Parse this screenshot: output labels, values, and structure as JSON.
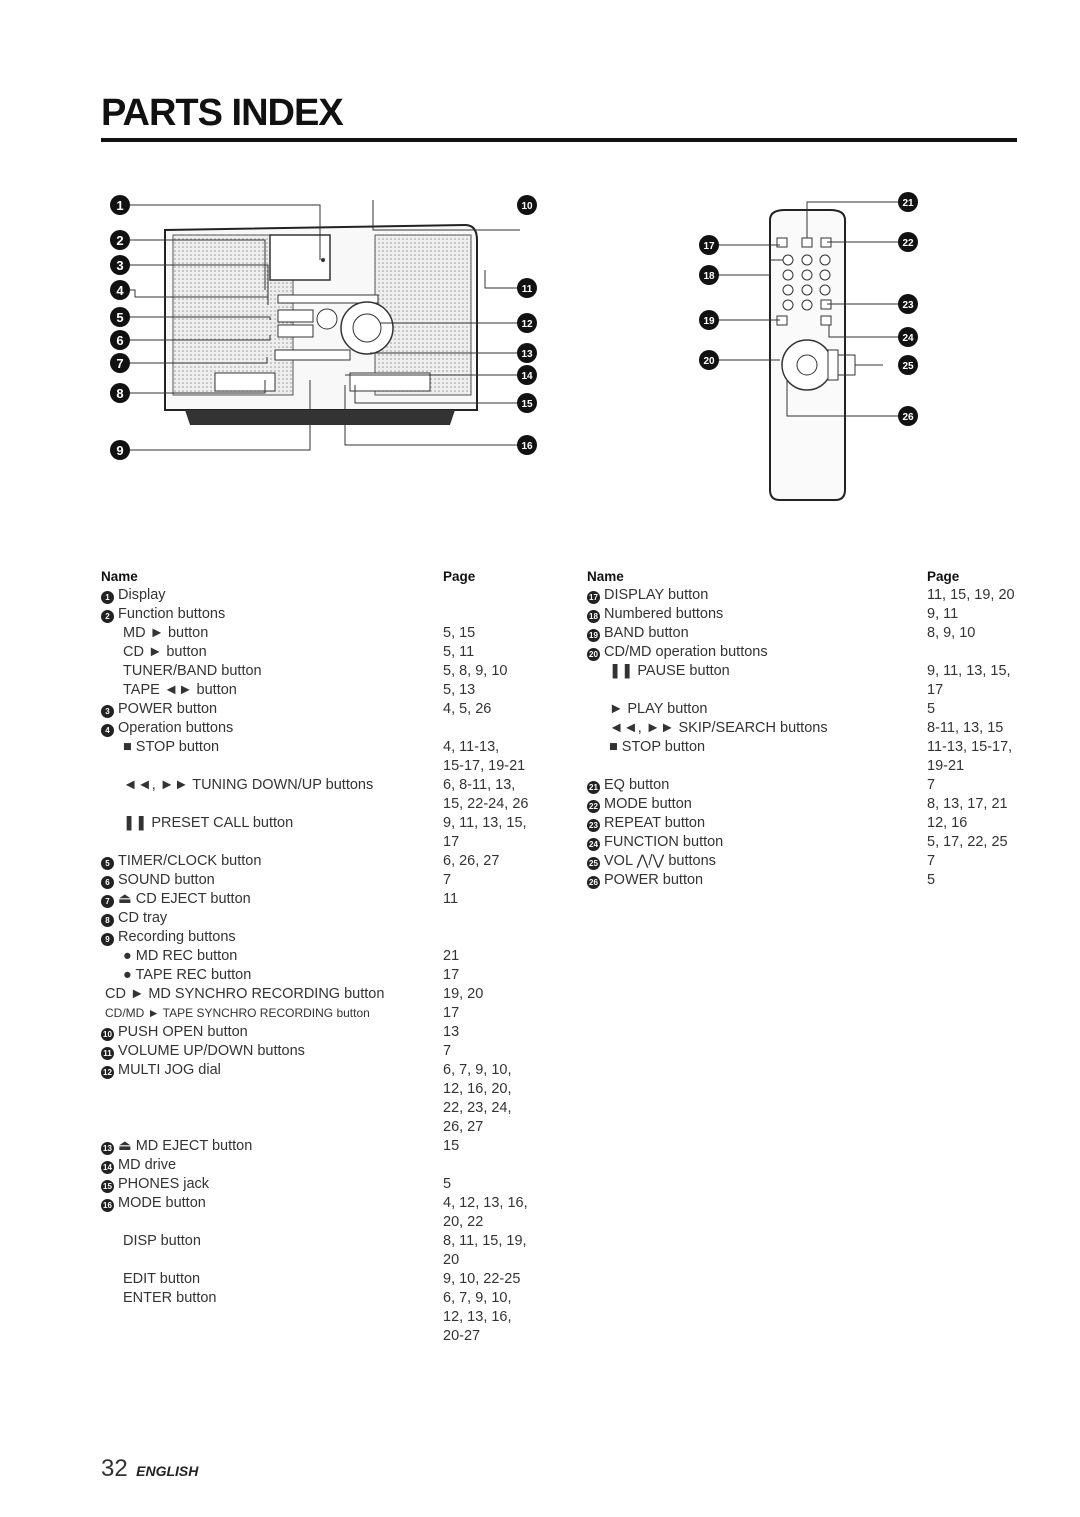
{
  "header": {
    "title": "PARTS INDEX"
  },
  "footer": {
    "page_number": "32",
    "language": "ENGLISH"
  },
  "left_table": {
    "name_header": "Name",
    "page_header": "Page",
    "rows": [
      {
        "badge": "1",
        "name": "Display",
        "page": ""
      },
      {
        "badge": "2",
        "name": "Function buttons",
        "page": ""
      },
      {
        "badge": "",
        "name": "MD ► button",
        "page": "5, 15"
      },
      {
        "badge": "",
        "name": "CD ► button",
        "page": "5, 11"
      },
      {
        "badge": "",
        "name": "TUNER/BAND button",
        "page": "5, 8, 9, 10"
      },
      {
        "badge": "",
        "name": "TAPE ◄► button",
        "page": "5, 13"
      },
      {
        "badge": "3",
        "name": "POWER button",
        "page": "4, 5, 26"
      },
      {
        "badge": "4",
        "name": "Operation buttons",
        "page": ""
      },
      {
        "badge": "",
        "name": "■ STOP button",
        "page": "4, 11-13,\n15-17, 19-21"
      },
      {
        "badge": "",
        "name": "◄◄, ►► TUNING DOWN/UP buttons",
        "page": "6, 8-11, 13,\n15, 22-24, 26"
      },
      {
        "badge": "",
        "name": "❚❚ PRESET CALL button",
        "page": "9, 11, 13, 15,\n17"
      },
      {
        "badge": "5",
        "name": "TIMER/CLOCK button",
        "page": "6, 26, 27"
      },
      {
        "badge": "6",
        "name": "SOUND button",
        "page": "7"
      },
      {
        "badge": "7",
        "name": "⏏ CD EJECT button",
        "page": "11"
      },
      {
        "badge": "8",
        "name": "CD tray",
        "page": ""
      },
      {
        "badge": "9",
        "name": "Recording buttons",
        "page": ""
      },
      {
        "badge": "",
        "name": "● MD REC button",
        "page": "21"
      },
      {
        "badge": "",
        "name": "● TAPE REC button",
        "page": "17"
      },
      {
        "badge": "",
        "name": "CD ► MD SYNCHRO RECORDING button",
        "page": "19, 20"
      },
      {
        "badge": "",
        "name": "CD/MD ► TAPE SYNCHRO RECORDING button",
        "page": "17"
      },
      {
        "badge": "10",
        "name": "PUSH OPEN button",
        "page": "13"
      },
      {
        "badge": "11",
        "name": "VOLUME UP/DOWN buttons",
        "page": "7"
      },
      {
        "badge": "12",
        "name": "MULTI JOG dial",
        "page": "6, 7, 9, 10,\n12, 16, 20,\n22, 23, 24,\n26, 27"
      },
      {
        "badge": "13",
        "name": "⏏ MD EJECT button",
        "page": "15"
      },
      {
        "badge": "14",
        "name": "MD drive",
        "page": ""
      },
      {
        "badge": "15",
        "name": "PHONES jack",
        "page": "5"
      },
      {
        "badge": "16",
        "name": "MODE button",
        "page": "4, 12, 13, 16,\n20, 22"
      },
      {
        "badge": "",
        "name": "DISP button",
        "page": "8, 11, 15, 19,\n20"
      },
      {
        "badge": "",
        "name": "EDIT button",
        "page": "9, 10, 22-25"
      },
      {
        "badge": "",
        "name": "ENTER button",
        "page": "6, 7, 9, 10,\n12, 13, 16,\n20-27"
      }
    ]
  },
  "right_table": {
    "name_header": "Name",
    "page_header": "Page",
    "rows": [
      {
        "badge": "17",
        "name": "DISPLAY button",
        "page": "11, 15, 19, 20"
      },
      {
        "badge": "18",
        "name": "Numbered buttons",
        "page": "9, 11"
      },
      {
        "badge": "19",
        "name": "BAND button",
        "page": "8, 9, 10"
      },
      {
        "badge": "20",
        "name": "CD/MD operation buttons",
        "page": ""
      },
      {
        "badge": "",
        "name": "❚❚ PAUSE button",
        "page": "9, 11, 13, 15,\n17"
      },
      {
        "badge": "",
        "name": "► PLAY button",
        "page": "5"
      },
      {
        "badge": "",
        "name": "◄◄, ►► SKIP/SEARCH buttons",
        "page": "8-11, 13, 15"
      },
      {
        "badge": "",
        "name": "■ STOP button",
        "page": "11-13, 15-17,\n19-21"
      },
      {
        "badge": "21",
        "name": "EQ button",
        "page": "7"
      },
      {
        "badge": "22",
        "name": "MODE button",
        "page": "8, 13, 17, 21"
      },
      {
        "badge": "23",
        "name": "REPEAT button",
        "page": "12, 16"
      },
      {
        "badge": "24",
        "name": "FUNCTION button",
        "page": "5, 17, 22, 25"
      },
      {
        "badge": "25",
        "name": "VOL ⋀/⋁ buttons",
        "page": "7"
      },
      {
        "badge": "26",
        "name": "POWER button",
        "page": "5"
      }
    ]
  }
}
